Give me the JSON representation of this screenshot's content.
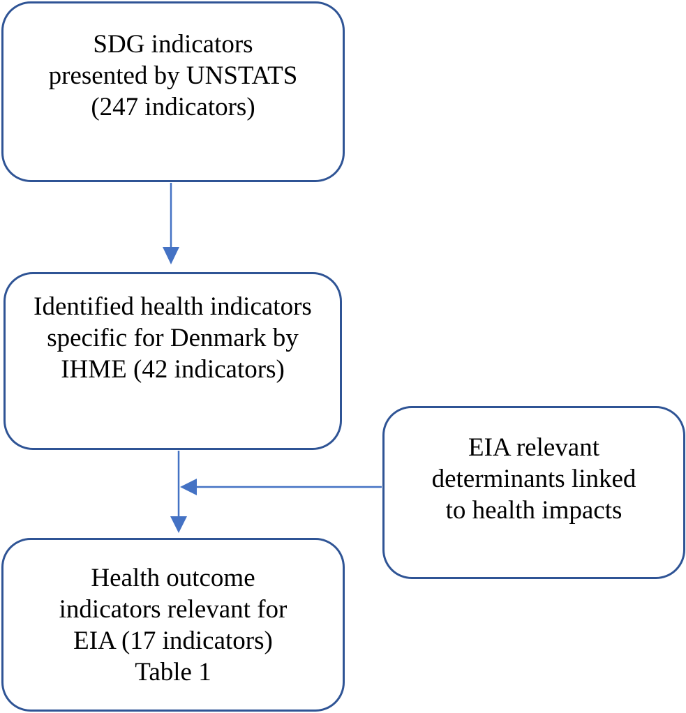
{
  "boxes": {
    "sdg": {
      "lines": [
        "SDG indicators",
        "presented by UNSTATS",
        "(247 indicators)"
      ]
    },
    "ihme": {
      "lines": [
        "Identified health indicators",
        "specific for Denmark by",
        "IHME (42 indicators)"
      ]
    },
    "eia_determinants": {
      "lines": [
        "EIA relevant",
        "determinants linked",
        "to health impacts"
      ]
    },
    "outcome": {
      "lines": [
        "Health outcome",
        "indicators relevant for",
        "EIA (17 indicators)",
        "Table 1"
      ]
    }
  },
  "colors": {
    "box_border": "#2f5495",
    "arrow": "#4472c4",
    "text": "#000000"
  }
}
